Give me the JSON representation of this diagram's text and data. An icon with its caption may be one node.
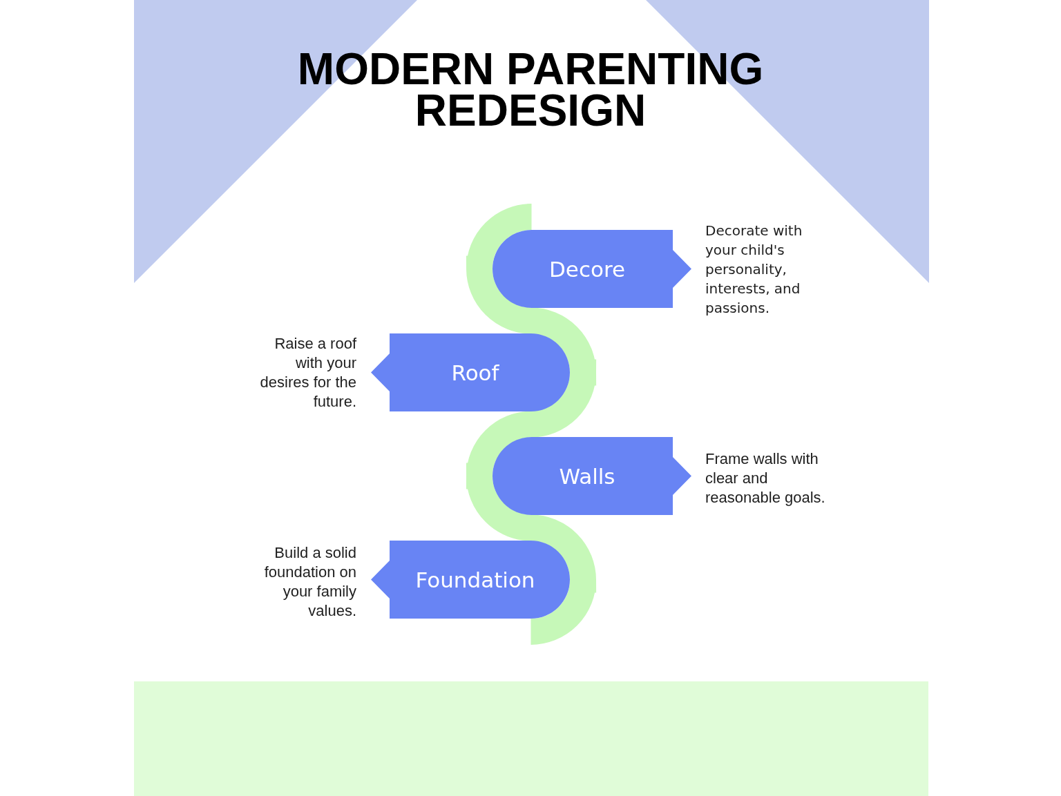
{
  "diagram": {
    "title": "MODERN PARENTING REDESIGN",
    "nodes": [
      {
        "text": [
          "Decore"
        ],
        "beside": [
          "Decorate with your child's personality, interests, and passions."
        ]
      },
      {
        "text": [
          "Roof"
        ],
        "beside": [
          "Raise a roof with your desires for the future."
        ]
      },
      {
        "text": [
          "Walls"
        ],
        "beside": [
          "Frame walls with clear and reasonable goals."
        ]
      },
      {
        "text": [
          "Foundation"
        ],
        "beside": [
          "Build a solid foundation on your family values."
        ]
      }
    ],
    "edges": [
      {
        "from": 0,
        "to": 1,
        "arrow": "none"
      },
      {
        "from": 1,
        "to": 2,
        "arrow": "none"
      },
      {
        "from": 2,
        "to": 3,
        "arrow": "none"
      }
    ]
  }
}
